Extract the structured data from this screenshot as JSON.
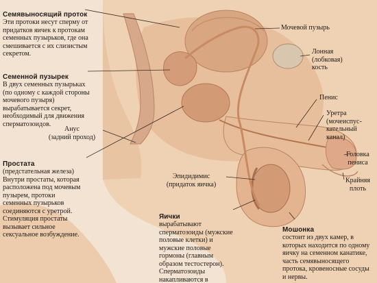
{
  "labels": {
    "vas_deferens": {
      "title": "Семявыносящий проток",
      "text": "Эти протоки несут сперму от придатков яичек к протокам семенных пузырьков, где она смешивается с их слизистым секретом."
    },
    "seminal_vesicle": {
      "title": "Семенной пузырек",
      "text": "В двух семенных пузырьках (по одному с каждой стороны мочевого пузыря) вырабатывается секрет, необходимый для движения сперматозоидов."
    },
    "anus": "Анус\n(задний проход)",
    "prostate": {
      "title": "Простата",
      "text": "(предстательная железа) Внутри простаты, которая расположена под мочевым пузырем, протоки семенных пузырьков соединяются с уретрой. Стимуляция простаты вызывает сильное сексуальное возбуждение."
    },
    "epididymis": "Эпидидимис\n(придаток яичка)",
    "testes": {
      "title": "Яички",
      "text": "вырабатывают сперматозоиды (мужские половые клетки) и мужские половые гормоны (главным образом тестостерон). Сперматозоиды накапливаются в придатках яичек."
    },
    "scrotum": {
      "title": "Мошонка",
      "text": "состоит из двух камер, в которых находится по одному яичку на семенном канатике, часть семявыносящего протока, кровеносные сосуды и нервы."
    },
    "bladder": "Мочевой пузырь",
    "pubic_bone": "Лонная\n(лобковая)\nкость",
    "penis": "Пенис",
    "urethra": "Уретра\n(мочеиспус-\nкательный\nканал)",
    "glans": "Головка\nпениса",
    "foreskin": "Крайняя\nплоть"
  },
  "colors": {
    "background": "#f3e3d2",
    "skin": "#efd2b4",
    "tissue": "#e4b896",
    "organ": "#d9a682",
    "vessel": "#c98a63",
    "bone": "#d8c6ae",
    "line": "#3a2b22"
  }
}
